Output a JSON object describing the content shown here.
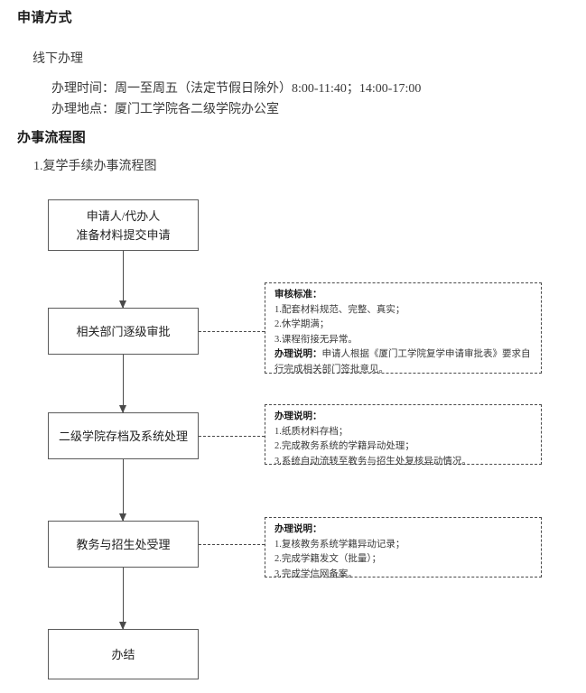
{
  "document": {
    "section_apply_title": "申请方式",
    "offline_label": "线下办理",
    "detail_time": "办理时间：周一至周五（法定节假日除外）8:00-11:40；14:00-17:00",
    "detail_place": "办理地点：厦门工学院各二级学院办公室",
    "section_flow_title": "办事流程图",
    "flow_list_item_1": "1.复学手续办事流程图"
  },
  "flowchart": {
    "nodes": [
      {
        "id": "apply",
        "line1": "申请人/代办人",
        "line2": "准备材料提交申请"
      },
      {
        "id": "review",
        "line1": "相关部门逐级审批",
        "line2": ""
      },
      {
        "id": "college",
        "line1": "二级学院存档及系统处理",
        "line2": ""
      },
      {
        "id": "office",
        "line1": "教务与招生处受理",
        "line2": ""
      },
      {
        "id": "done",
        "line1": "办结",
        "line2": ""
      }
    ],
    "notes": [
      {
        "id": "note-review",
        "heading": "审核标准：",
        "items": [
          "1.配套材料规范、完整、真实；",
          "2.休学期满；",
          "3.课程衔接无异常。"
        ],
        "footer_label": "办理说明：",
        "footer_text": "申请人根据《厦门工学院复学申请审批表》要求自行完成相关部门签批意见。"
      },
      {
        "id": "note-college",
        "heading": "办理说明：",
        "items": [
          "1.纸质材料存档；",
          "2.完成教务系统的学籍异动处理；",
          "3.系统自动流转至教务与招生处复核异动情况。"
        ],
        "footer_label": "",
        "footer_text": ""
      },
      {
        "id": "note-office",
        "heading": "办理说明：",
        "items": [
          "1.复核教务系统学籍异动记录；",
          "2.完成学籍发文（批量）；",
          "3.完成学信网备案。"
        ],
        "footer_label": "",
        "footer_text": ""
      }
    ]
  },
  "colors": {
    "page_background": "#ffffff",
    "text": "#3a3a3a",
    "heading": "#1a1a1a",
    "line": "#4a4a4a",
    "box_border": "#5a5a5a"
  }
}
